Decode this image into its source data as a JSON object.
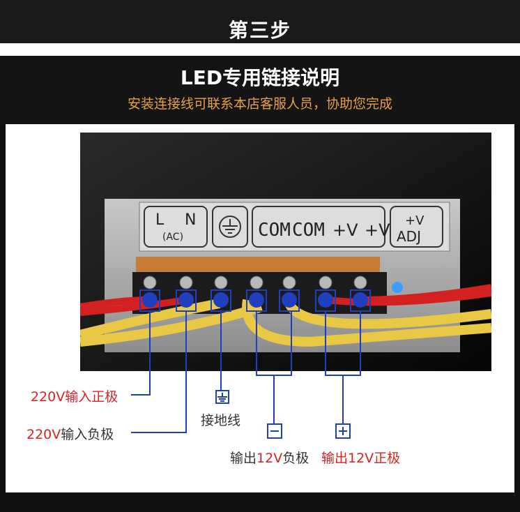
{
  "step_title": "第三步",
  "header": {
    "title": "LED专用链接说明",
    "subtitle": "安装连接线可联系本店客服人员，协助您完成"
  },
  "terminal_label": {
    "l": "L",
    "n": "N",
    "ac": "(AC)",
    "com1": "COM",
    "com2": "COM",
    "v1": "+V",
    "v2": "+V",
    "adj_top": "+V",
    "adj_bottom": "ADJ"
  },
  "labels": {
    "in_pos_num": "220V",
    "in_pos_text": "输入正极",
    "in_neg_num": "220V",
    "in_neg_text": "输入负极",
    "ground": "接地线",
    "out_neg_prefix": "输出",
    "out_neg_num": "12V",
    "out_neg_suffix": "负极",
    "out_pos_full": "输出12V正极"
  },
  "symbols": {
    "minus": "−",
    "plus": "+"
  },
  "colors": {
    "accent_orange": "#e7a04a",
    "label_red": "#d22",
    "line_blue": "#1f3fbf"
  }
}
